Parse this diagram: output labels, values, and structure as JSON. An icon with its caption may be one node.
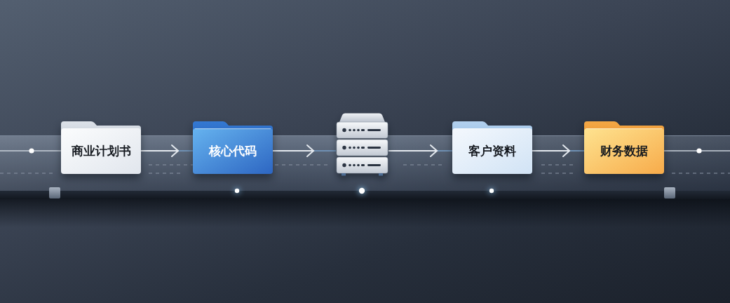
{
  "diagram": {
    "nodes": [
      {
        "text": [
          "商业计划书"
        ]
      },
      {
        "text": [
          "核心代码"
        ]
      },
      {
        "text": [],
        "shape": "picture"
      },
      {
        "text": [
          "客户资料"
        ]
      },
      {
        "text": [
          "财务数据"
        ]
      }
    ],
    "edges": [
      {
        "from": 0,
        "to": 1,
        "arrow": "to"
      },
      {
        "from": 1,
        "to": 2,
        "arrow": "to"
      },
      {
        "from": 2,
        "to": 3,
        "arrow": "to"
      },
      {
        "from": 3,
        "to": 4,
        "arrow": "to"
      }
    ]
  }
}
